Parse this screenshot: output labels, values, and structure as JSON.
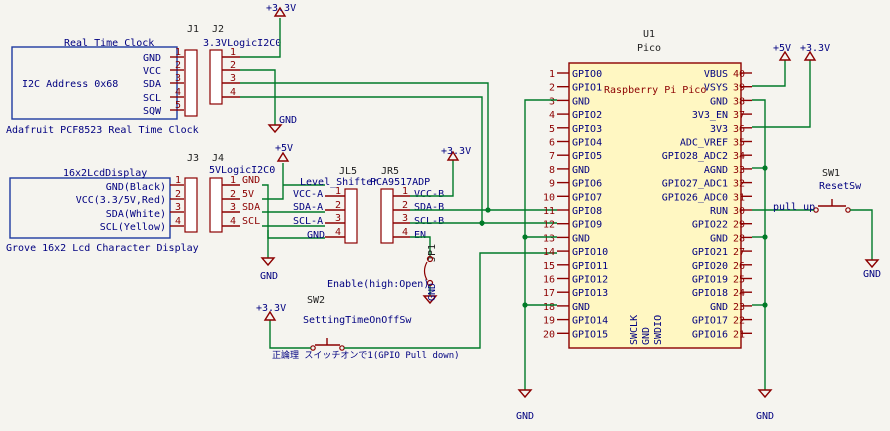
{
  "rtc": {
    "title": "Real Time Clock",
    "address": "I2C Address 0x68",
    "part": "Adafruit PCF8523 Real Time Clock",
    "pins": [
      "GND",
      "VCC",
      "SDA",
      "SCL",
      "SQW"
    ]
  },
  "lcd": {
    "title": "16x2LcdDisplay",
    "part": "Grove 16x2 Lcd Character Display",
    "pins": [
      "GND(Black)",
      "VCC(3.3/5V,Red)",
      "SDA(White)",
      "SCL(Yellow)"
    ]
  },
  "connectors": {
    "j1": {
      "ref": "J1"
    },
    "j2": {
      "ref": "J2",
      "value": "3.3VLogicI2C0",
      "pins": [
        "1",
        "2",
        "3",
        "4"
      ]
    },
    "j3": {
      "ref": "J3"
    },
    "j4": {
      "ref": "J4",
      "value": "5VLogicI2C0",
      "pins": [
        "1 GND",
        "2 5V",
        "3 SDA",
        "4 SCL"
      ]
    },
    "jl5": {
      "ref": "JL5",
      "value": "Level_Shifter",
      "pins": [
        "VCC-A",
        "SDA-A",
        "SCL-A",
        "GND"
      ]
    },
    "jr5": {
      "ref": "JR5",
      "value": "PCA9517ADP",
      "pins": [
        "VCC-B",
        "SDA-B",
        "SCL-B",
        "EN"
      ]
    },
    "jp1": {
      "ref": "JP1",
      "label": "Enable(high:Open)"
    }
  },
  "pico": {
    "ref": "U1",
    "value": "Pico",
    "name": "Raspberry Pi Pico",
    "left": [
      {
        "num": "1",
        "name": "GPIO0"
      },
      {
        "num": "2",
        "name": "GPIO1"
      },
      {
        "num": "3",
        "name": "GND"
      },
      {
        "num": "4",
        "name": "GPIO2"
      },
      {
        "num": "5",
        "name": "GPIO3"
      },
      {
        "num": "6",
        "name": "GPIO4"
      },
      {
        "num": "7",
        "name": "GPIO5"
      },
      {
        "num": "8",
        "name": "GND"
      },
      {
        "num": "9",
        "name": "GPIO6"
      },
      {
        "num": "10",
        "name": "GPIO7"
      },
      {
        "num": "11",
        "name": "GPIO8"
      },
      {
        "num": "12",
        "name": "GPIO9"
      },
      {
        "num": "13",
        "name": "GND"
      },
      {
        "num": "14",
        "name": "GPIO10"
      },
      {
        "num": "15",
        "name": "GPIO11"
      },
      {
        "num": "16",
        "name": "GPIO12"
      },
      {
        "num": "17",
        "name": "GPIO13"
      },
      {
        "num": "18",
        "name": "GND"
      },
      {
        "num": "19",
        "name": "GPIO14"
      },
      {
        "num": "20",
        "name": "GPIO15"
      }
    ],
    "right": [
      {
        "num": "40",
        "name": "VBUS"
      },
      {
        "num": "39",
        "name": "VSYS"
      },
      {
        "num": "38",
        "name": "GND"
      },
      {
        "num": "37",
        "name": "3V3_EN"
      },
      {
        "num": "36",
        "name": "3V3"
      },
      {
        "num": "35",
        "name": "ADC_VREF"
      },
      {
        "num": "34",
        "name": "GPIO28_ADC2"
      },
      {
        "num": "33",
        "name": "AGND"
      },
      {
        "num": "32",
        "name": "GPIO27_ADC1"
      },
      {
        "num": "31",
        "name": "GPIO26_ADC0"
      },
      {
        "num": "30",
        "name": "RUN"
      },
      {
        "num": "29",
        "name": "GPIO22"
      },
      {
        "num": "28",
        "name": "GND"
      },
      {
        "num": "27",
        "name": "GPIO21"
      },
      {
        "num": "26",
        "name": "GPIO20"
      },
      {
        "num": "25",
        "name": "GPIO19"
      },
      {
        "num": "24",
        "name": "GPIO18"
      },
      {
        "num": "23",
        "name": "GND"
      },
      {
        "num": "22",
        "name": "GPIO17"
      },
      {
        "num": "21",
        "name": "GPIO16"
      }
    ],
    "bottom": [
      "SWCLK",
      "GND",
      "SWDIO"
    ]
  },
  "switches": {
    "sw1": {
      "ref": "SW1",
      "value": "ResetSw",
      "net": "pull up"
    },
    "sw2": {
      "ref": "SW2",
      "value": "SettingTimeOnOffSw",
      "note": "正論理 スイッチオンで1(GPIO Pull down)"
    }
  },
  "power": {
    "p33": "+3.3V",
    "p5": "+5V",
    "gnd": "GND"
  }
}
